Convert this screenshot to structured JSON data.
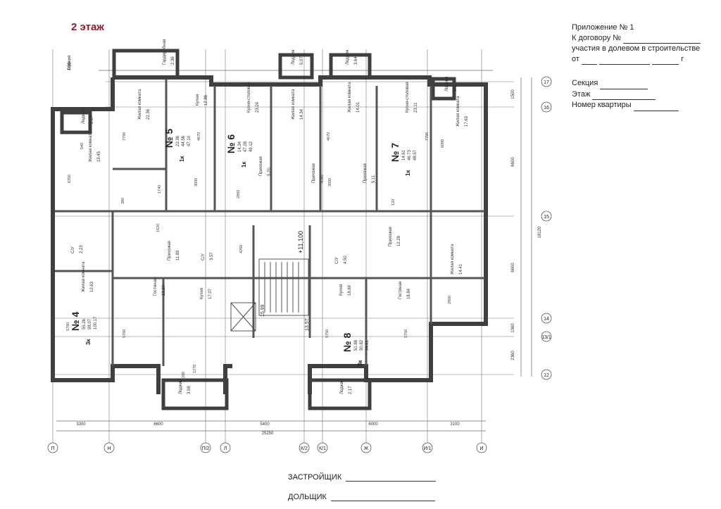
{
  "floor_title": "2 этаж",
  "appendix": {
    "line1": "Приложение № 1",
    "line2": "К договору №",
    "line3": "участия в долевом  в строительстве",
    "line4_prefix": "от",
    "line4_suffix": "г"
  },
  "fields": {
    "section": "Секция",
    "floor": "Этаж",
    "apartment": "Номер квартиры"
  },
  "signatures": {
    "developer": "ЗАСТРОЙЩИК",
    "shareholder": "ДОЛЬЩИК"
  },
  "elevation": "+11,100",
  "stair_labels": [
    "15.99",
    "13.57"
  ],
  "apartments": [
    {
      "num": "№ 4",
      "type": "3к",
      "areas": [
        "55.26",
        "98.07",
        "100.17"
      ]
    },
    {
      "num": "№ 5",
      "type": "1к",
      "areas": [
        "22.36",
        "44.56",
        "47.10"
      ]
    },
    {
      "num": "№ 6",
      "type": "1к",
      "areas": [
        "14.34",
        "47.28",
        "49.12"
      ]
    },
    {
      "num": "№ 7",
      "type": "1к",
      "areas": [
        "14.61",
        "46.73",
        "48.57"
      ]
    },
    {
      "num": "№ 8",
      "type": "3к",
      "areas": [
        "51.88",
        "90.82",
        "94.61"
      ]
    }
  ],
  "room_labels": [
    "Жилая комната",
    "22.36",
    "Жилая комната",
    "14.34",
    "Жилая комната",
    "14.01",
    "Жилая комната",
    "17.63",
    "Жилая комната",
    "19.45",
    "Жилая комната",
    "12.63",
    "Жилая комната",
    "14.41",
    "Кухня",
    "12.86",
    "Кухня-столовая",
    "23.24",
    "Кухня-столовая",
    "23.11",
    "Гостиная",
    "18.20",
    "Гостиная",
    "18.84",
    "Кухня",
    "17.07",
    "Кухня",
    "18.69",
    "Прихожая",
    "11.89",
    "Прихожая",
    "12.28",
    "Прихожая",
    "5.20",
    "Прихожая",
    "5.11",
    "Прихожая",
    "4.60",
    "С/У",
    "3.57",
    "С/У",
    "4.50",
    "С/У",
    "2.23",
    "Гардеробная",
    "2.36",
    "Лоджия",
    "5.07",
    "Лоджия",
    "3.66",
    "Лоджия",
    "3.64",
    "Лоджия",
    "3.98",
    "Лоджия",
    "2.17",
    "Лоджия",
    "2.17",
    "Лоджия",
    "1.96"
  ],
  "axes_right": [
    "17",
    "16",
    "15",
    "14",
    "13/1",
    "12"
  ],
  "axes_bottom": [
    "П",
    "Н",
    "П/2",
    "Л",
    "К/2",
    "К/1",
    "Ж",
    "И/1",
    "И"
  ],
  "dims_right": [
    "1500",
    "6600",
    "18120",
    "6600",
    "1060",
    "2360"
  ],
  "dims_bottom": [
    "3300",
    "6600",
    "5400",
    "6000",
    "3100",
    "25250"
  ],
  "dims_inner": [
    "7790",
    "7790",
    "6355",
    "5760",
    "5760",
    "5750",
    "5750",
    "6080",
    "4670",
    "4670",
    "3000",
    "3000",
    "4260",
    "2860",
    "2800",
    "1740",
    "1620",
    "1200",
    "1270",
    "540",
    "380",
    "120"
  ],
  "colors": {
    "wall": "#3f3f3f",
    "line": "#555555",
    "title": "#8b1c2c"
  }
}
